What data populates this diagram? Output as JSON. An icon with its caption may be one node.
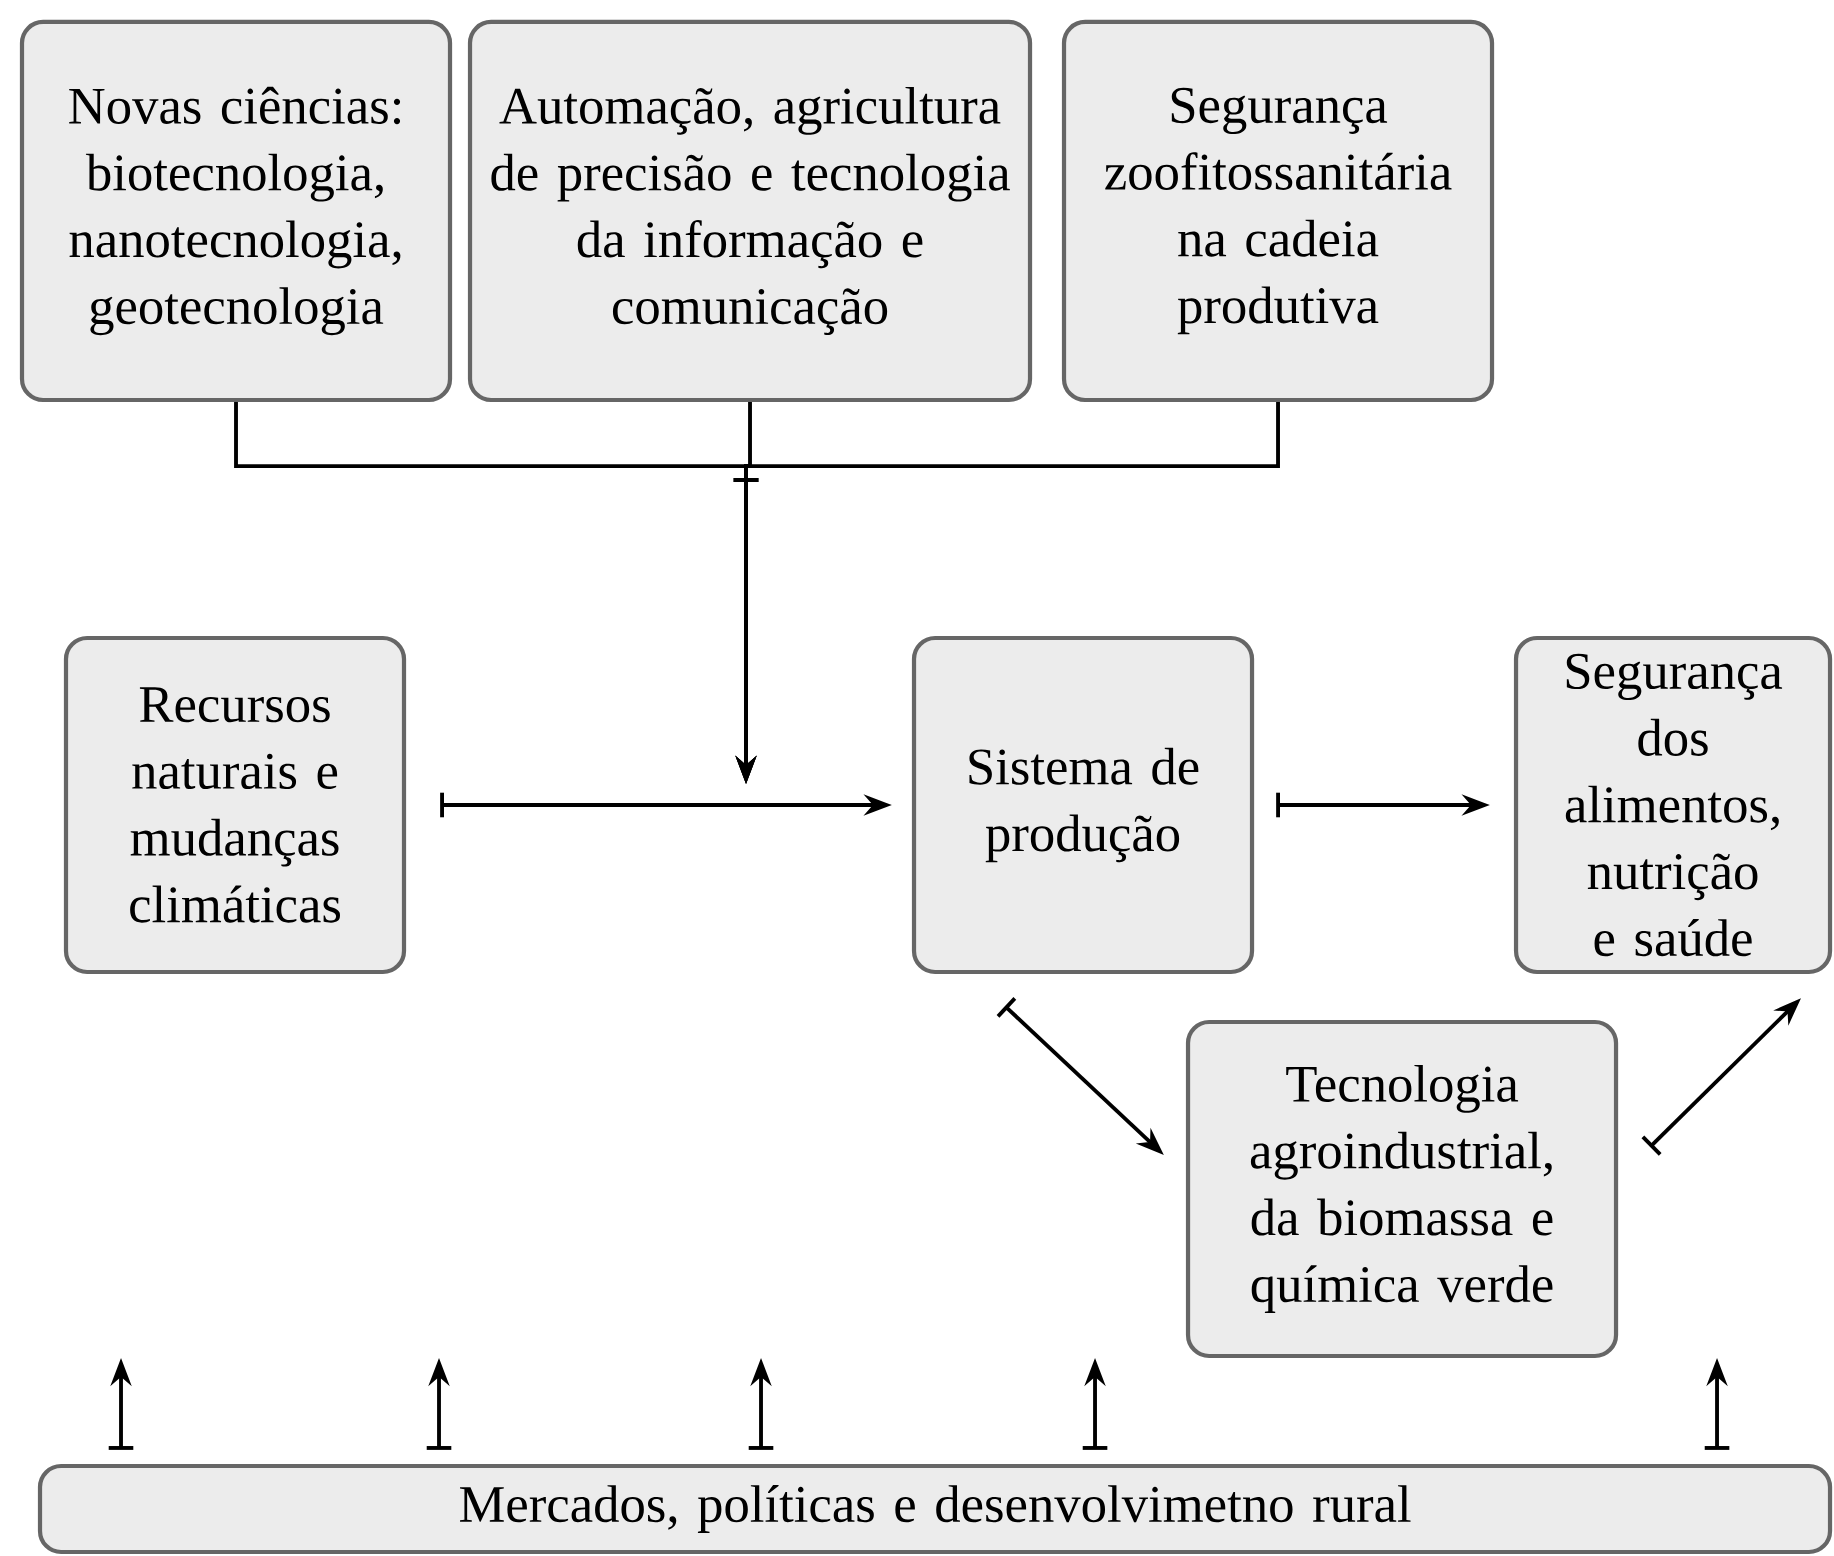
{
  "diagram": {
    "nodes": [
      {
        "text": [
          "Novas ciências: biotecnologia, nanotecnologia, geotecnologia"
        ]
      },
      {
        "text": [
          "Automação, agricultura de precisão e tecnologia da informação e comunicação"
        ]
      },
      {
        "text": [
          "Segurança zoofitossanitária na cadeia produtiva"
        ]
      },
      {
        "text": [
          "Recursos naturais e mudanças climáticas"
        ]
      },
      {
        "text": [
          "Sistema de produção"
        ]
      },
      {
        "text": [
          "Segurança dos alimentos, nutrição e saúde"
        ]
      },
      {
        "text": [
          "Tecnologia agroindustrial, da biomassa e química verde"
        ]
      },
      {
        "text": [
          "Mercados, políticas e desenvolvimetno rural"
        ]
      }
    ],
    "edges": [
      {
        "from": 0,
        "to": null,
        "arrow": "to"
      },
      {
        "from": 1,
        "to": null,
        "arrow": "to"
      },
      {
        "from": 2,
        "to": null,
        "arrow": "to"
      },
      {
        "from": 3,
        "to": 4,
        "arrow": "to"
      },
      {
        "from": 4,
        "to": 5,
        "arrow": "to"
      },
      {
        "from": 4,
        "to": 6,
        "arrow": "to"
      },
      {
        "from": 6,
        "to": 5,
        "arrow": "to"
      },
      {
        "from": 7,
        "to": null,
        "arrow": "to"
      },
      {
        "from": 7,
        "to": null,
        "arrow": "to"
      },
      {
        "from": 7,
        "to": null,
        "arrow": "to"
      },
      {
        "from": 7,
        "to": null,
        "arrow": "to"
      },
      {
        "from": 7,
        "to": null,
        "arrow": "to"
      }
    ]
  }
}
